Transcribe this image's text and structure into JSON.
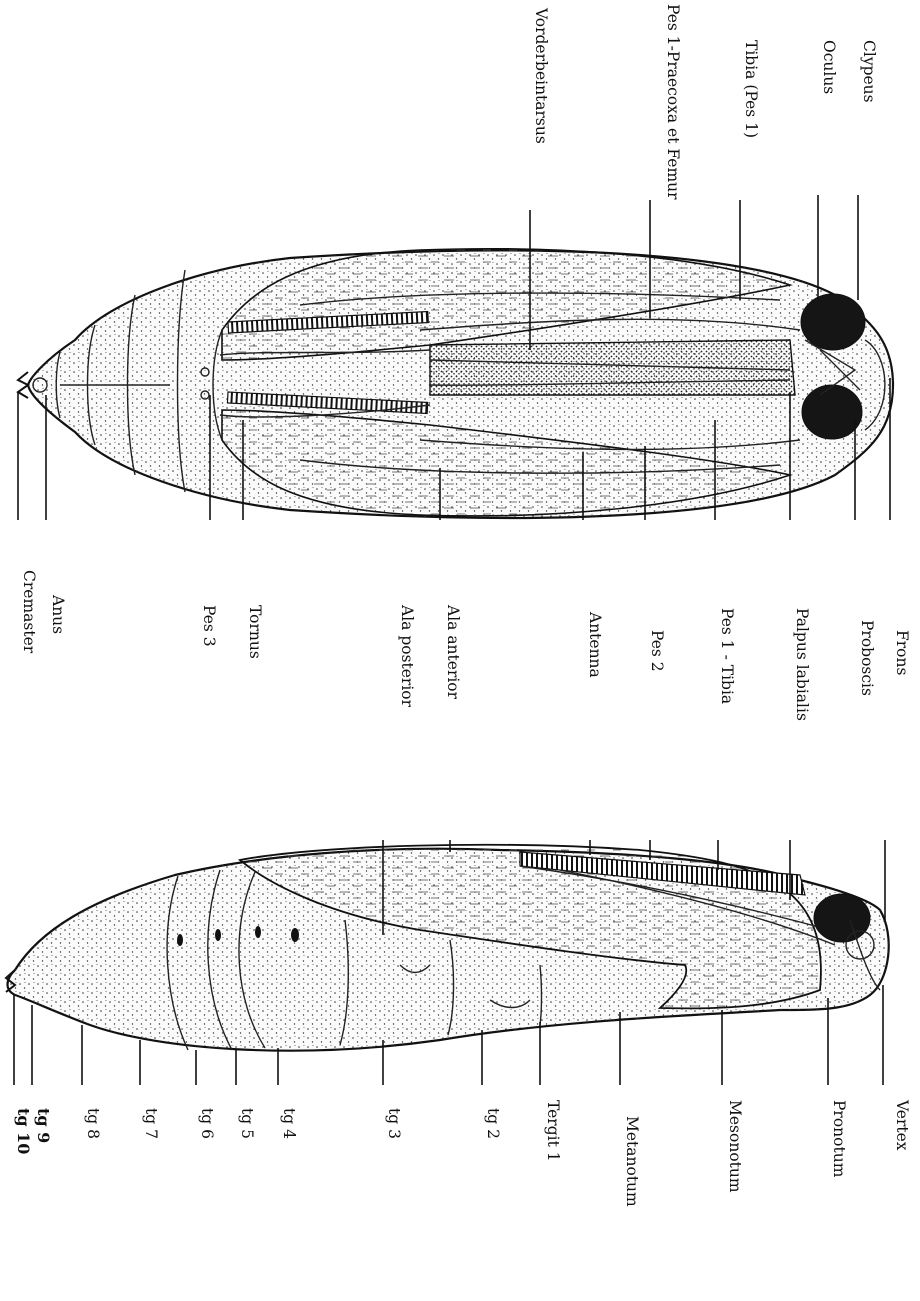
{
  "top_view": {
    "labels_above": [
      "Clypeus",
      "Oculus",
      "Tibia (Pes 1)",
      "Pes 1-Praecoxa et Femur",
      "Vorderbeintarsus"
    ],
    "labels_below": [
      "Frons",
      "Proboscis",
      "Palpus labialis",
      "Pes 1 - Tibia",
      "Pes 2",
      "Antenna",
      "Ala anterior",
      "Ala posterior",
      "Tornus",
      "Pes 3",
      "Anus",
      "Cremaster"
    ]
  },
  "side_view": {
    "labels": [
      "Vertex",
      "Pronotum",
      "Mesonotum",
      "Metanotum",
      "Tergit 1",
      "tg 2",
      "tg 3",
      "tg 4",
      "tg 5",
      "tg 6",
      "tg 7",
      "tg 8",
      "tg 9",
      "tg 10"
    ]
  }
}
